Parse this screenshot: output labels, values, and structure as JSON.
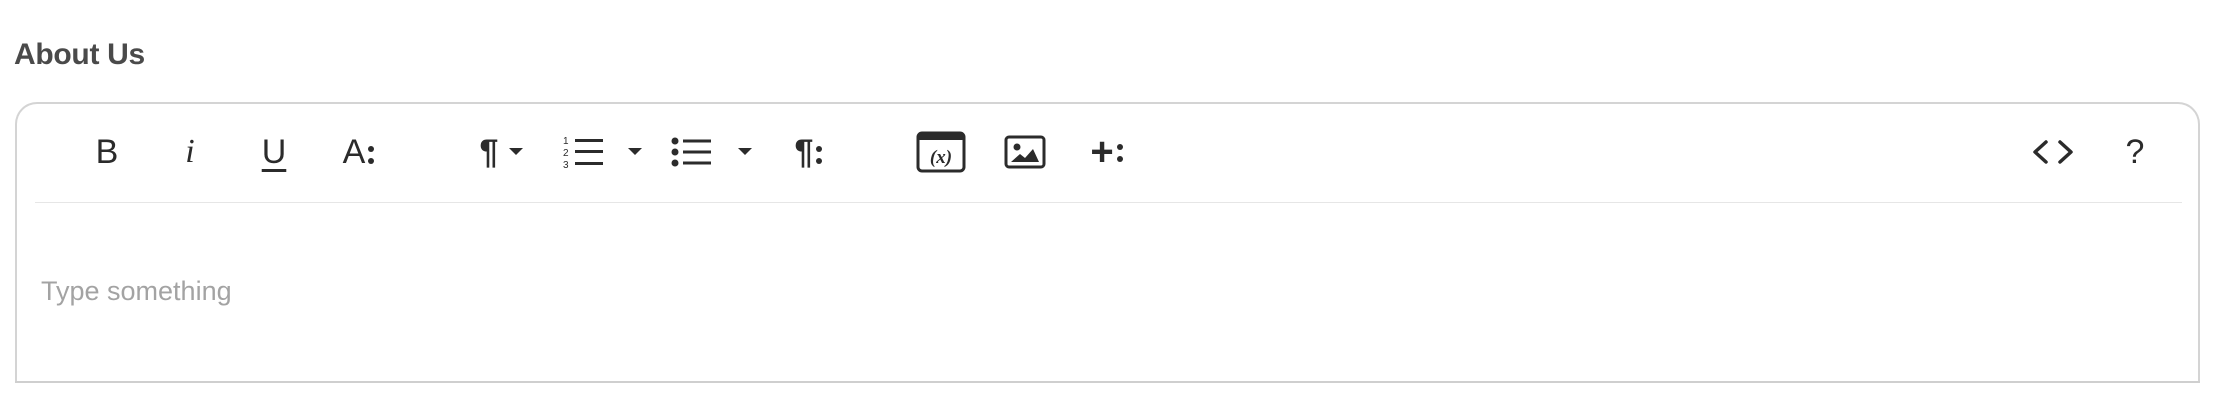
{
  "field": {
    "label": "About Us"
  },
  "toolbar": {
    "bold": {
      "label": "B",
      "icon": "bold-icon"
    },
    "italic": {
      "label": "i",
      "icon": "italic-icon"
    },
    "underline": {
      "label": "U",
      "icon": "underline-icon"
    },
    "text_style": {
      "label": "A",
      "icon": "text-style-more-icon"
    },
    "paragraph_format": {
      "label": "¶",
      "icon": "paragraph-format-dropdown-icon"
    },
    "ordered_list": {
      "icon": "ordered-list-dropdown-icon"
    },
    "unordered_list": {
      "icon": "unordered-list-dropdown-icon"
    },
    "paragraph_more": {
      "label": "¶",
      "icon": "paragraph-more-icon"
    },
    "variable": {
      "label": "(x)",
      "icon": "insert-variable-icon"
    },
    "image": {
      "icon": "insert-image-icon"
    },
    "insert_more": {
      "label": "+",
      "icon": "insert-more-icon"
    },
    "code_view": {
      "icon": "code-view-icon"
    },
    "help": {
      "label": "?",
      "icon": "help-icon"
    }
  },
  "editor": {
    "placeholder": "Type something"
  },
  "colors": {
    "label_text": "#4a4a4a",
    "icon": "#2b2b2b",
    "placeholder": "#a3a3a3",
    "border": "#d4d4d4"
  }
}
